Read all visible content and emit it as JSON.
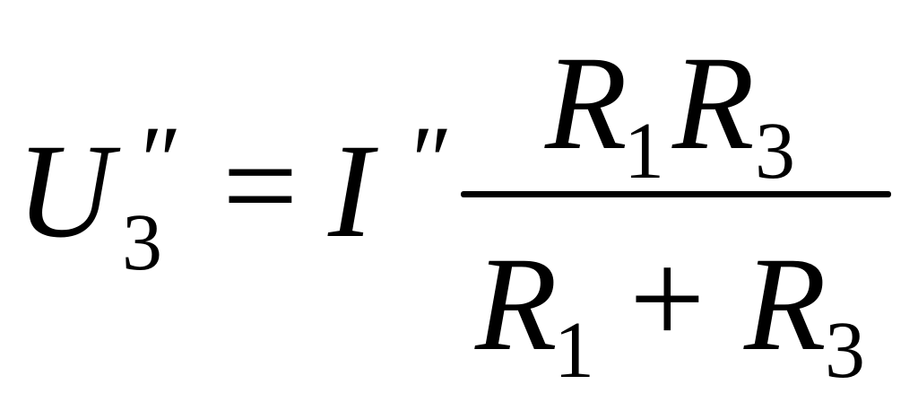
{
  "equation": {
    "lhs": {
      "symbol": "U",
      "subscript": "3",
      "prime": "″"
    },
    "equals": "=",
    "current": {
      "symbol": "I",
      "prime": "″"
    },
    "numerator": {
      "r1": "R",
      "r1_sub": "1",
      "r3": "R",
      "r3_sub": "3"
    },
    "denominator": {
      "r1": "R",
      "r1_sub": "1",
      "plus": "+",
      "r3": "R",
      "r3_sub": "3"
    }
  }
}
